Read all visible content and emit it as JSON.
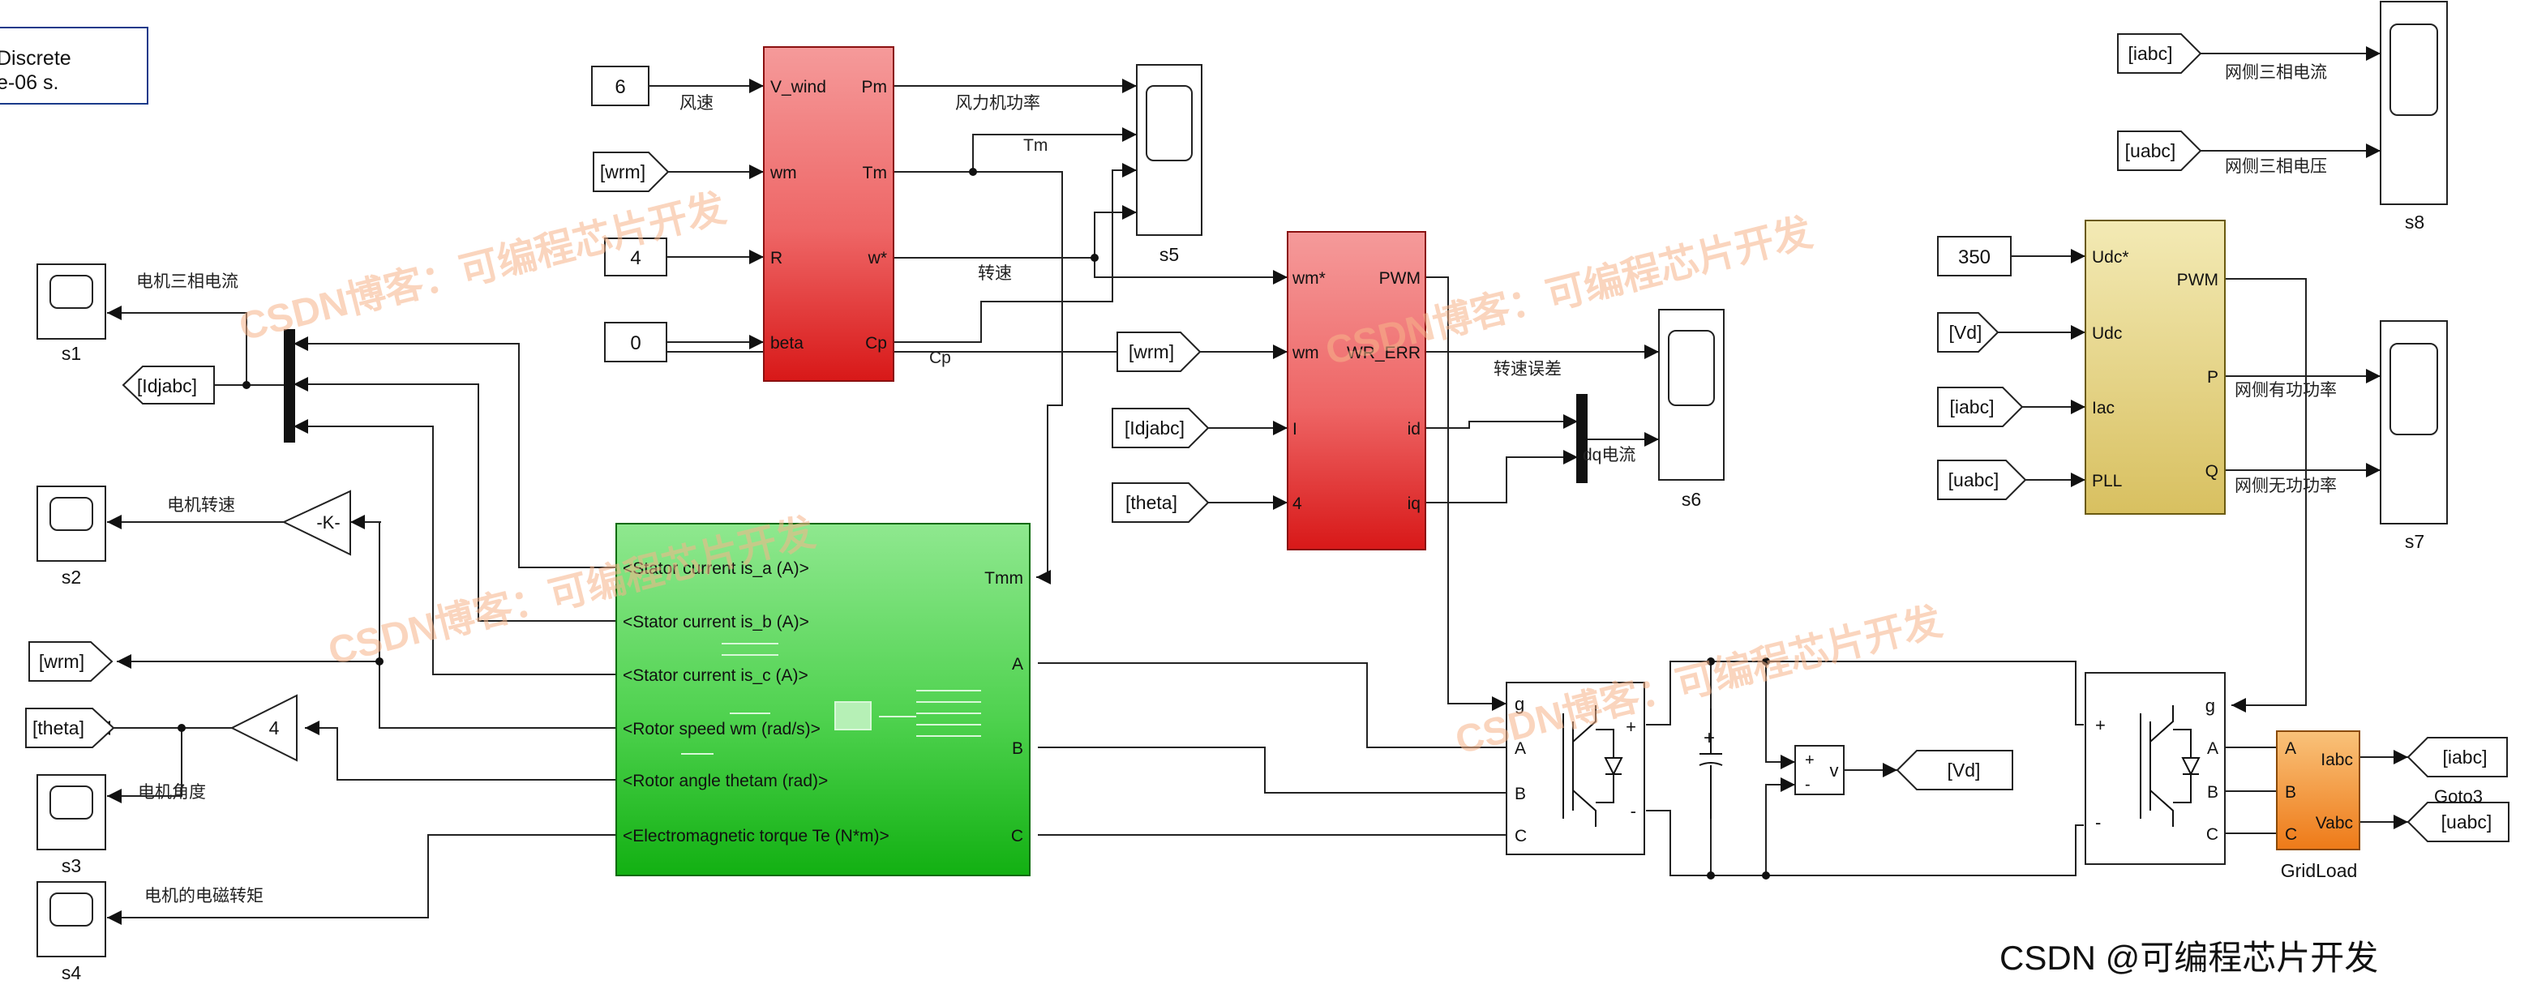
{
  "solver_box": {
    "line1": "Discrete",
    "line2": "e-06 s."
  },
  "constants": {
    "wind_speed": "6",
    "gain_r": "4",
    "beta": "0",
    "udc_ref": "350",
    "theta_gain": "4",
    "speed_gain": "-K-"
  },
  "tags": {
    "wrm": "[wrm]",
    "idjabc": "[Idjabc]",
    "theta": "[theta]",
    "vd": "[Vd]",
    "iabc": "[iabc]",
    "uabc": "[uabc]",
    "goto_label": "Goto3"
  },
  "wind_turbine": {
    "inputs": [
      "V_wind",
      "wm",
      "R",
      "beta"
    ],
    "outputs": [
      "Pm",
      "Tm",
      "w*",
      "Cp"
    ]
  },
  "controller": {
    "inputs": [
      "wm*",
      "wm",
      "I",
      "4"
    ],
    "outputs": [
      "PWM",
      "WR_ERR",
      "id",
      "iq"
    ]
  },
  "grid_controller": {
    "inputs": [
      "Udc*",
      "Udc",
      "Iac",
      "PLL"
    ],
    "outputs": [
      "PWM",
      "P",
      "Q"
    ]
  },
  "machine": {
    "outputs_left": [
      "<Stator current is_a (A)>",
      "<Stator current is_b (A)>",
      "<Stator current is_c (A)>",
      "<Rotor speed wm (rad/s)>",
      "<Rotor angle thetam (rad)>",
      "<Electromagnetic torque Te (N*m)>"
    ],
    "input_tmm": "Tmm",
    "phases": [
      "A",
      "B",
      "C"
    ]
  },
  "converter": {
    "gate": "g",
    "phases": [
      "A",
      "B",
      "C"
    ],
    "plus": "+",
    "minus": "-"
  },
  "inverter": {
    "gate": "g",
    "phases": [
      "A",
      "B",
      "C"
    ],
    "plus": "+",
    "minus": "-"
  },
  "voltmeter": {
    "label": "v",
    "plus": "+",
    "minus": "-"
  },
  "grid_load": {
    "name": "GridLoad",
    "ports": [
      "A",
      "B",
      "C"
    ],
    "out1": "Iabc",
    "out2": "Vabc"
  },
  "scopes": [
    "s1",
    "s2",
    "s3",
    "s4",
    "s5",
    "s6",
    "s7",
    "s8"
  ],
  "signal_labels": {
    "wind_speed": "风速",
    "turbine_power": "风力机功率",
    "tm": "Tm",
    "speed": "转速",
    "cp": "Cp",
    "motor_current": "电机三相电流",
    "motor_speed": "电机转速",
    "motor_angle": "电机角度",
    "motor_torque": "电机的电磁转矩",
    "speed_error": "转速误差",
    "dq_current": "dq电流",
    "grid_current": "网侧三相电流",
    "grid_voltage": "网侧三相电压",
    "grid_active": "网侧有功功率",
    "grid_reactive": "网侧无功功率"
  },
  "watermark": {
    "blog": "CSDN博客：可编程芯片开发",
    "corner": "CSDN @可编程芯片开发"
  }
}
